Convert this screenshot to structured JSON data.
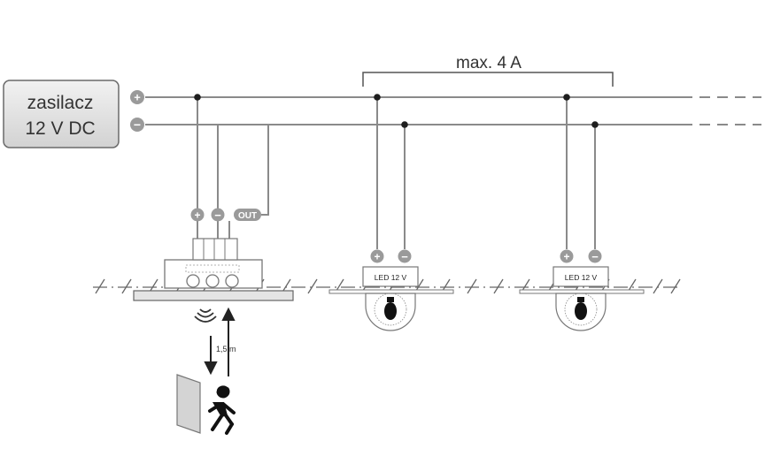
{
  "power_supply": {
    "line1": "zasilacz",
    "line2": "12 V DC"
  },
  "terminals": {
    "plus": "+",
    "minus": "−",
    "out": "OUT"
  },
  "current_limit": "max. 4 A",
  "height_label": "1,5 m",
  "lamps": [
    {
      "label": "LED 12 V"
    },
    {
      "label": "LED 12 V"
    }
  ],
  "colors": {
    "wire": "#8a8a8a",
    "node": "#1e1e1e",
    "terminal_fill": "#9a9a9a",
    "box_fill": "#e6e6e6",
    "box_stroke": "#555555",
    "figure": "#111111",
    "door": "#d4d4d4"
  }
}
